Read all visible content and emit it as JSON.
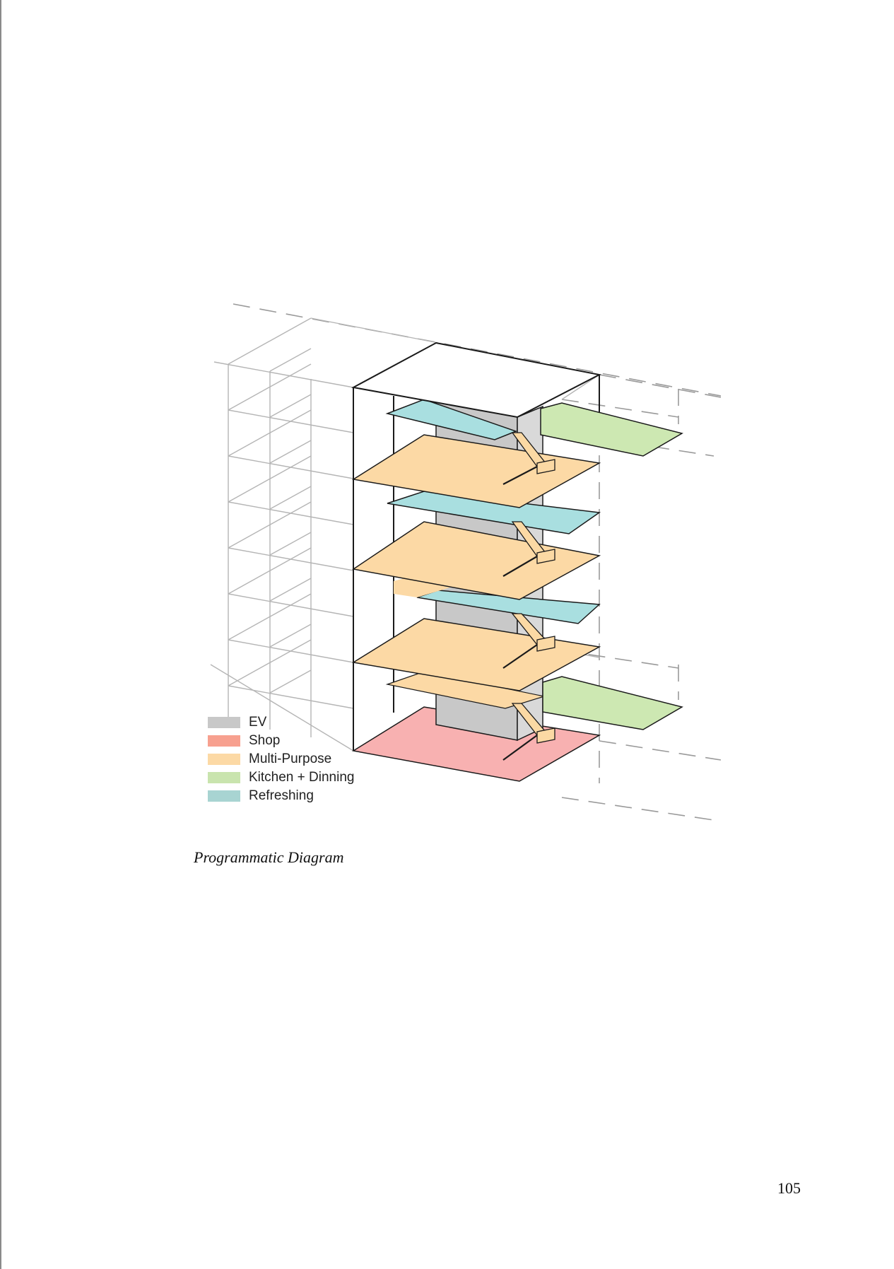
{
  "legend": {
    "items": [
      {
        "label": "EV",
        "color": "#c8c8c8"
      },
      {
        "label": "Shop",
        "color": "#f7a08f"
      },
      {
        "label": "Multi-Purpose",
        "color": "#fcd9a5"
      },
      {
        "label": "Kitchen + Dinning",
        "color": "#c9e4ae"
      },
      {
        "label": "Refreshing",
        "color": "#a8d4d2"
      }
    ]
  },
  "caption": "Programmatic Diagram",
  "page_number": "105",
  "colors": {
    "ev": "#c8c8c8",
    "shop": "#f8b1b1",
    "multi_purpose": "#fcd9a5",
    "kitchen_dinning": "#cde8b2",
    "refreshing": "#a9dfe0",
    "stair": "#fbd9a4",
    "grid_line": "#b5b5b5",
    "outline": "#1a1a1a"
  }
}
